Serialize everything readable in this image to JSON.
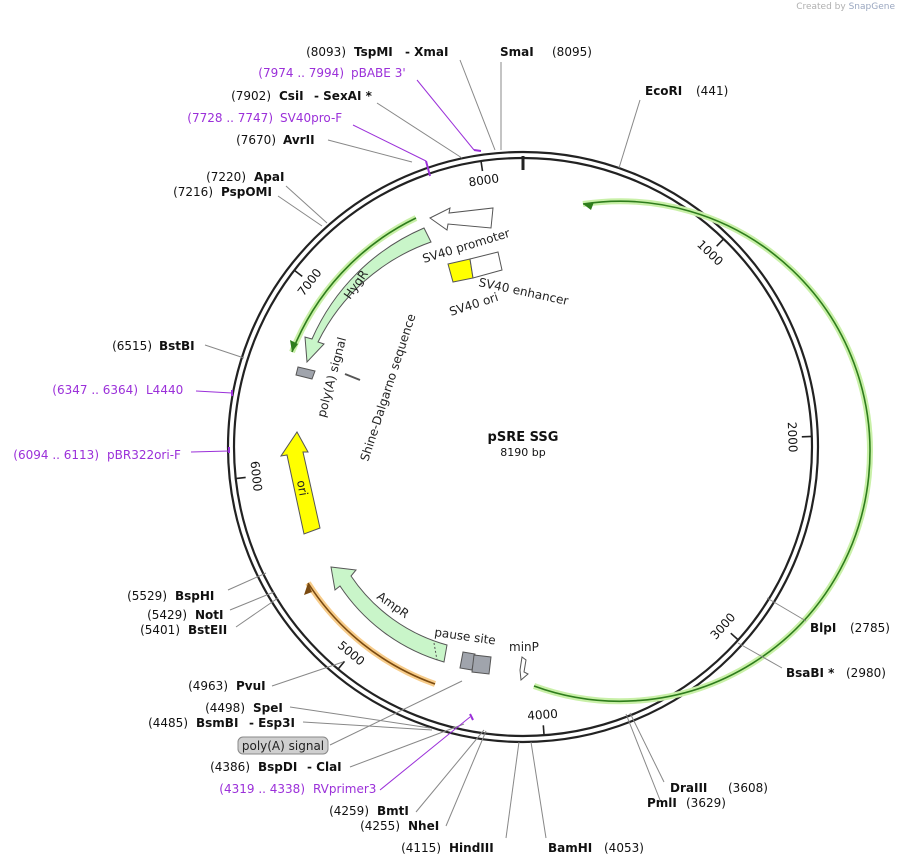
{
  "credit": {
    "prefix": "Created by",
    "brand": "SnapGene"
  },
  "plasmid": {
    "name": "pSRE SSG",
    "length_label": "8190 bp",
    "length": 8190
  },
  "ticks": [
    {
      "pos": 1000,
      "label": "1000"
    },
    {
      "pos": 2000,
      "label": "2000"
    },
    {
      "pos": 3000,
      "label": "3000"
    },
    {
      "pos": 4000,
      "label": "4000"
    },
    {
      "pos": 5000,
      "label": "5000"
    },
    {
      "pos": 6000,
      "label": "6000"
    },
    {
      "pos": 7000,
      "label": "7000"
    },
    {
      "pos": 8000,
      "label": "8000"
    }
  ],
  "sites": [
    {
      "pos": "(8093)",
      "name": "TspMI",
      "extra": "- XmaI",
      "side": "left"
    },
    {
      "pos": "(8095)",
      "name": "SmaI",
      "extra": "",
      "side": "right"
    },
    {
      "pos": "(441)",
      "name": "EcoRI",
      "extra": "",
      "side": "right"
    },
    {
      "pos": "(7902)",
      "name": "CsiI",
      "extra": "- SexAI *",
      "side": "left"
    },
    {
      "pos": "(7670)",
      "name": "AvrII",
      "extra": "",
      "side": "left"
    },
    {
      "pos": "(7220)",
      "name": "ApaI",
      "extra": "",
      "side": "left"
    },
    {
      "pos": "(7216)",
      "name": "PspOMI",
      "extra": "",
      "side": "left"
    },
    {
      "pos": "(6515)",
      "name": "BstBI",
      "extra": "",
      "side": "left"
    },
    {
      "pos": "(5529)",
      "name": "BspHI",
      "extra": "",
      "side": "left"
    },
    {
      "pos": "(5429)",
      "name": "NotI",
      "extra": "",
      "side": "left"
    },
    {
      "pos": "(5401)",
      "name": "BstEII",
      "extra": "",
      "side": "left"
    },
    {
      "pos": "(4963)",
      "name": "PvuI",
      "extra": "",
      "side": "left"
    },
    {
      "pos": "(4498)",
      "name": "SpeI",
      "extra": "",
      "side": "left"
    },
    {
      "pos": "(4485)",
      "name": "BsmBI",
      "extra": "- Esp3I",
      "side": "left"
    },
    {
      "pos": "(4386)",
      "name": "BspDI",
      "extra": "- ClaI",
      "side": "left"
    },
    {
      "pos": "(4259)",
      "name": "BmtI",
      "extra": "",
      "side": "left"
    },
    {
      "pos": "(4255)",
      "name": "NheI",
      "extra": "",
      "side": "left"
    },
    {
      "pos": "(4115)",
      "name": "HindIII",
      "extra": "",
      "side": "left"
    },
    {
      "pos": "(4053)",
      "name": "BamHI",
      "extra": "",
      "side": "right"
    },
    {
      "pos": "(3608)",
      "name": "DraIII",
      "extra": "",
      "side": "right"
    },
    {
      "pos": "(3629)",
      "name": "PmlI",
      "extra": "",
      "side": "right"
    },
    {
      "pos": "(2785)",
      "name": "BlpI",
      "extra": "",
      "side": "right"
    },
    {
      "pos": "(2980)",
      "name": "BsaBI *",
      "extra": "",
      "side": "right"
    }
  ],
  "primers": [
    {
      "range": "(7974 .. 7994)",
      "name": "pBABE 3'"
    },
    {
      "range": "(7728 .. 7747)",
      "name": "SV40pro-F"
    },
    {
      "range": "(6347 .. 6364)",
      "name": "L4440"
    },
    {
      "range": "(6094 .. 6113)",
      "name": "pBR322ori-F"
    },
    {
      "range": "(4319 .. 4338)",
      "name": "RVprimer3"
    }
  ],
  "features": [
    {
      "name": "SV40 promoter"
    },
    {
      "name": "SV40 enhancer"
    },
    {
      "name": "SV40 ori"
    },
    {
      "name": "HygR"
    },
    {
      "name": "poly(A) signal"
    },
    {
      "name": "Shine-Dalgarno sequence"
    },
    {
      "name": "ori"
    },
    {
      "name": "AmpR"
    },
    {
      "name": "pause site"
    },
    {
      "name": "minP"
    }
  ],
  "callout": {
    "label": "poly(A) signal"
  },
  "colors": {
    "backbone": "#222222",
    "primer": "#9b30d9",
    "hygr_fill": "#c9f5c9",
    "ampr_fill": "#c9f5c9",
    "ori_fill": "#ffff00",
    "sv40ori_fill": "#ffff00",
    "promoter_fill": "#ffffff",
    "green_track": "#9be07a",
    "orange_track": "#f5c27a",
    "pause_fill": "#a0a4ac"
  }
}
